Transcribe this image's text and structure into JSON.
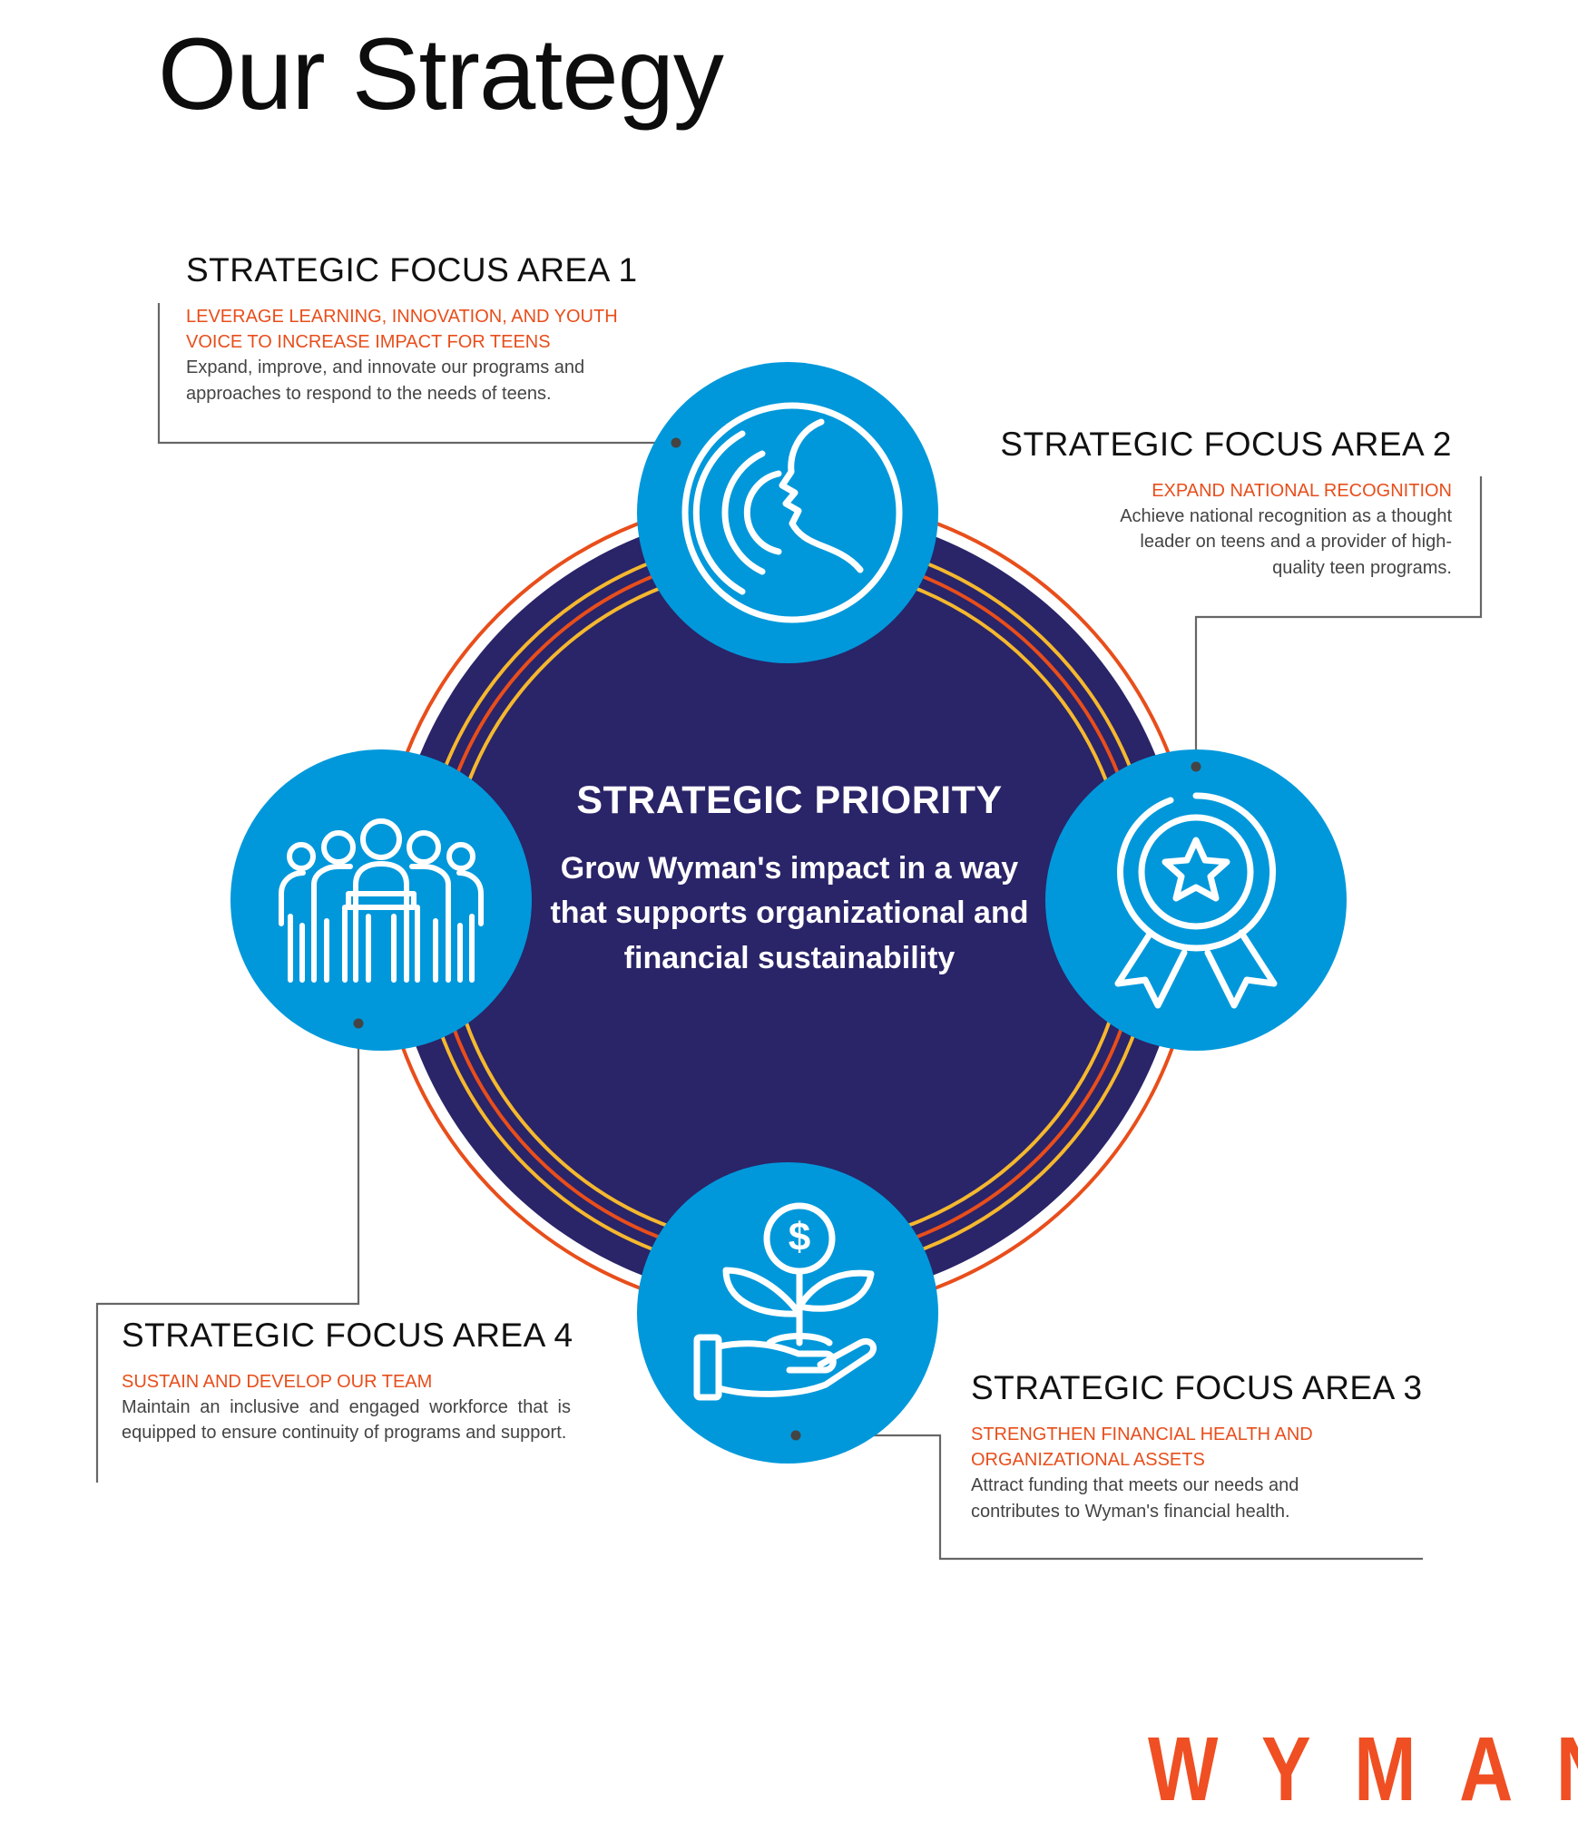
{
  "page": {
    "title": "Our Strategy"
  },
  "center": {
    "title": "STRATEGIC PRIORITY",
    "body": "Grow Wyman's impact in a way that supports organizational and financial sustainability"
  },
  "focus_areas": [
    {
      "heading": "STRATEGIC FOCUS AREA 1",
      "subheading": "LEVERAGE LEARNING, INNOVATION, AND YOUTH VOICE TO INCREASE IMPACT FOR TEENS",
      "description": "Expand, improve, and innovate our programs and approaches to respond to the needs of teens.",
      "icon": "speaking-head-icon"
    },
    {
      "heading": "STRATEGIC FOCUS AREA 2",
      "subheading": "EXPAND NATIONAL RECOGNITION",
      "description": "Achieve national recognition as a thought leader on teens and a provider of high-quality teen programs.",
      "icon": "award-ribbon-icon"
    },
    {
      "heading": "STRATEGIC FOCUS AREA 3",
      "subheading": "STRENGTHEN FINANCIAL HEALTH AND ORGANIZATIONAL ASSETS",
      "description": "Attract funding that meets our needs and contributes to Wyman's financial health.",
      "icon": "money-plant-hand-icon"
    },
    {
      "heading": "STRATEGIC FOCUS AREA 4",
      "subheading": "SUSTAIN AND DEVELOP OUR TEAM",
      "description": "Maintain an inclusive and engaged workforce that is equipped to ensure continuity of programs and support.",
      "icon": "team-group-icon"
    }
  ],
  "logo": {
    "text": "WYMAN"
  },
  "colors": {
    "navy": "#2a2468",
    "blue": "#0098db",
    "orange": "#e84e1b",
    "yellow": "#f5b82e",
    "line": "#666666"
  }
}
